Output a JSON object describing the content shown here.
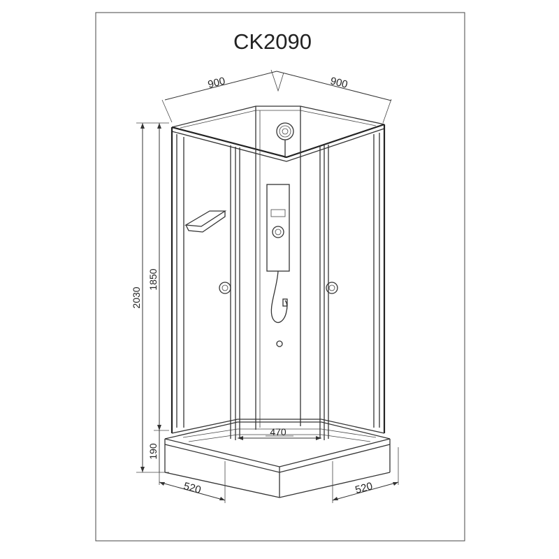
{
  "title": "CK2090",
  "dimensions": {
    "top_left_width": "900",
    "top_right_width": "900",
    "total_height": "2030",
    "cabin_height": "1850",
    "tray_height": "190",
    "front_width": "470",
    "bottom_left_width": "520",
    "bottom_right_width": "520"
  },
  "colors": {
    "line": "#333333",
    "background": "#ffffff"
  }
}
